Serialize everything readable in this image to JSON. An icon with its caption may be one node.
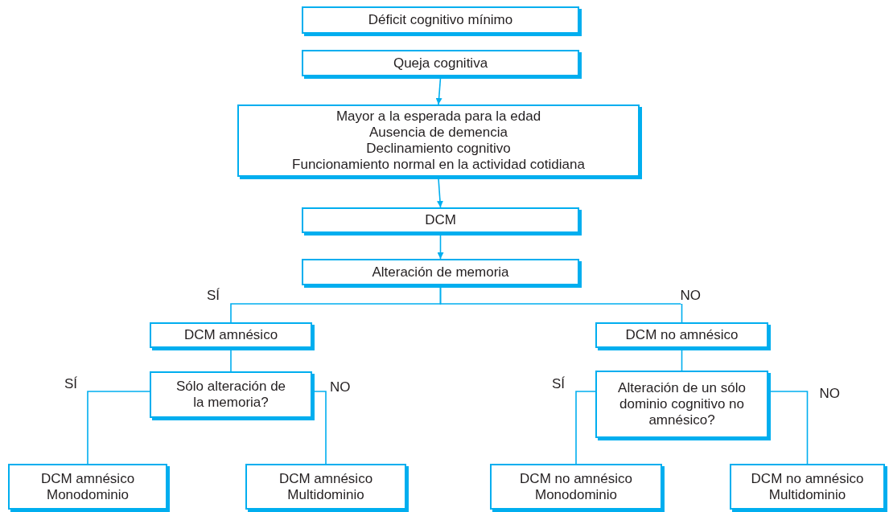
{
  "diagram": {
    "nodes": [
      {
        "text": [
          "Déficit cognitivo mínimo"
        ]
      },
      {
        "text": [
          "Queja cognitiva"
        ]
      },
      {
        "text": [
          "Mayor a la esperada para la edad",
          "Ausencia de demencia",
          "Declinamiento cognitivo",
          "Funcionamiento normal en la actividad cotidiana"
        ]
      },
      {
        "text": [
          "DCM"
        ]
      },
      {
        "text": [
          "Alteración de memoria"
        ]
      },
      {
        "text": [
          "DCM amnésico"
        ]
      },
      {
        "text": [
          "Sólo alteración de la memoria?"
        ]
      },
      {
        "text": [
          "DCM no amnésico"
        ]
      },
      {
        "text": [
          "Alteración de un sólo dominio cognitivo no amnésico?"
        ]
      },
      {
        "text": [
          "DCM amnésico",
          "Monodominio"
        ]
      },
      {
        "text": [
          "DCM amnésico",
          "Multidominio"
        ]
      },
      {
        "text": [
          "DCM no amnésico",
          "Monodominio"
        ]
      },
      {
        "text": [
          "DCM no amnésico",
          "Multidominio"
        ]
      }
    ],
    "edges": [
      {
        "from": 1,
        "to": 2,
        "arrow": "to"
      },
      {
        "from": 2,
        "to": 3,
        "arrow": "to"
      },
      {
        "from": 3,
        "to": 4,
        "arrow": "to"
      },
      {
        "from": 4,
        "to": 5,
        "arrow": "none",
        "label": "SÍ"
      },
      {
        "from": 4,
        "to": 7,
        "arrow": "none",
        "label": "NO"
      },
      {
        "from": 5,
        "to": 6,
        "arrow": "none"
      },
      {
        "from": 6,
        "to": 9,
        "arrow": "none",
        "label": "SÍ"
      },
      {
        "from": 6,
        "to": 10,
        "arrow": "none",
        "label": "NO"
      },
      {
        "from": 7,
        "to": 8,
        "arrow": "none"
      },
      {
        "from": 8,
        "to": 11,
        "arrow": "none",
        "label": "SÍ"
      },
      {
        "from": 8,
        "to": 12,
        "arrow": "none",
        "label": "NO"
      }
    ]
  }
}
